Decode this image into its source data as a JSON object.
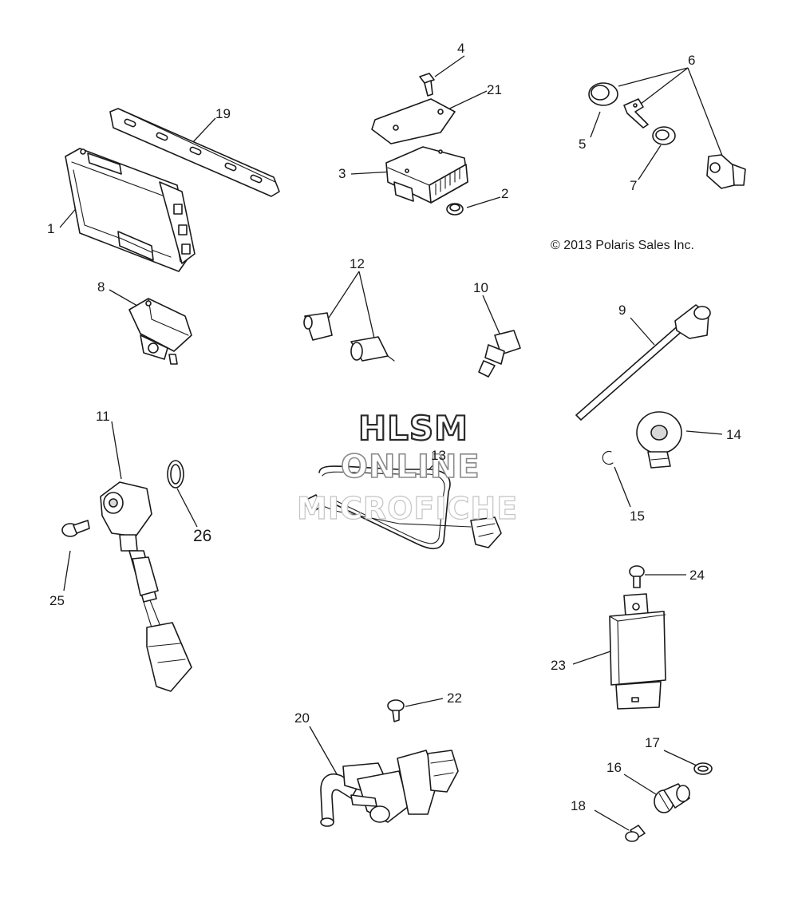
{
  "copyright": "© 2013 Polaris Sales Inc.",
  "watermark": {
    "line1": "HLSM",
    "line2": "ONLINE",
    "line3": "MICROFICHE"
  },
  "callouts": {
    "c1": "1",
    "c2": "2",
    "c3": "3",
    "c4": "4",
    "c5": "5",
    "c6": "6",
    "c7": "7",
    "c8": "8",
    "c9": "9",
    "c10": "10",
    "c11": "11",
    "c12": "12",
    "c13": "13",
    "c14": "14",
    "c15": "15",
    "c16": "16",
    "c17": "17",
    "c18": "18",
    "c19": "19",
    "c20": "20",
    "c21": "21",
    "c22": "22",
    "c23": "23",
    "c24": "24",
    "c25": "25",
    "c26": "26"
  }
}
